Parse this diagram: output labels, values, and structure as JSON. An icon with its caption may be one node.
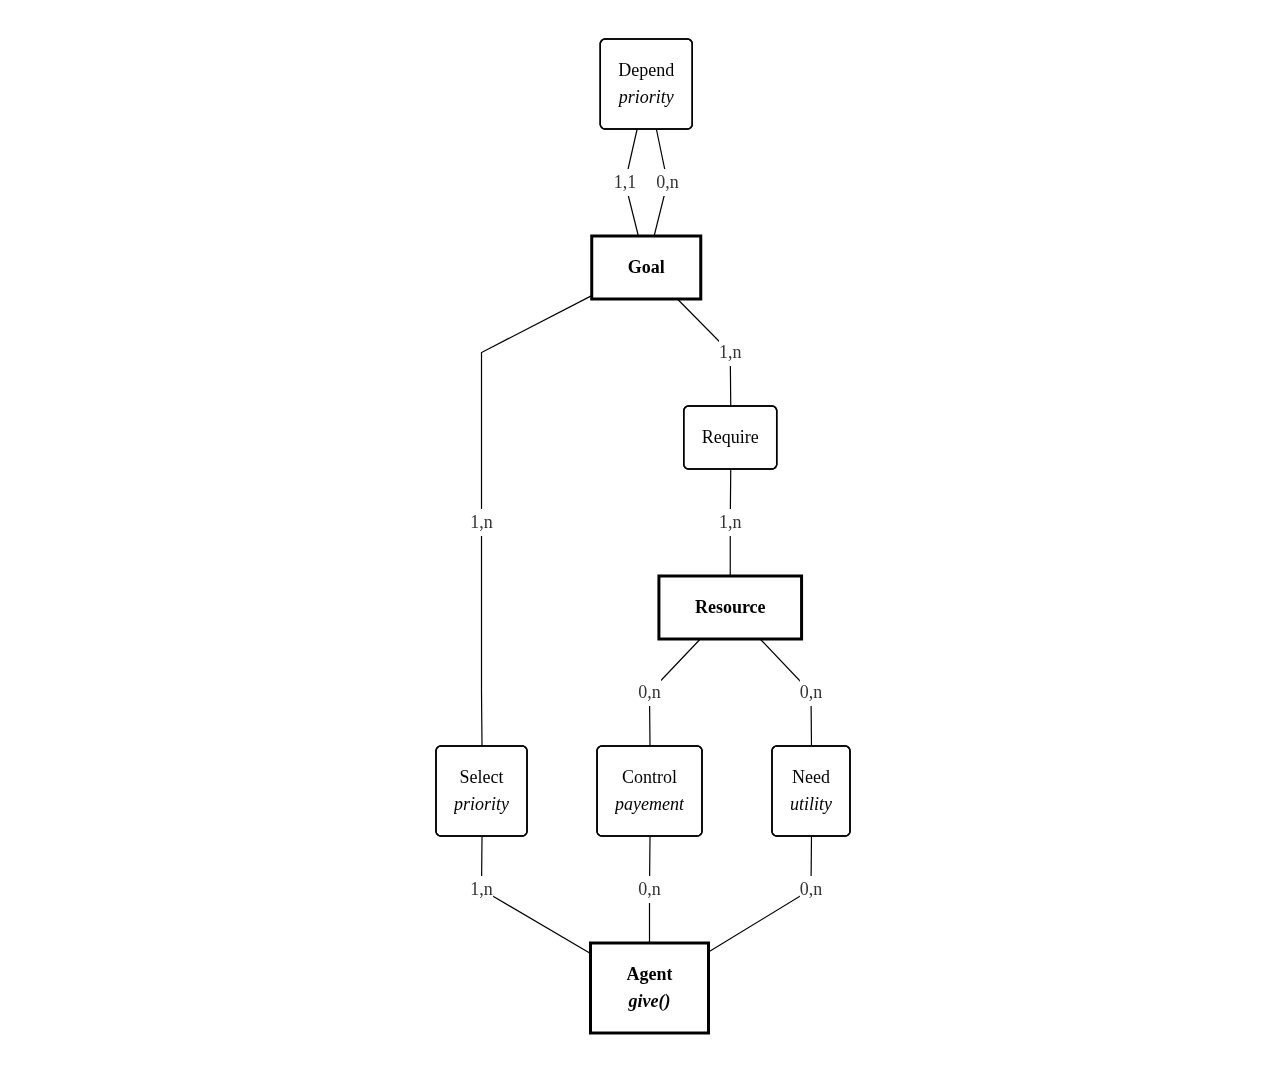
{
  "diagram": {
    "nodes": [
      {
        "text": [
          "Depend",
          "priority"
        ]
      },
      {
        "text": [
          "Goal"
        ]
      },
      {
        "text": [
          "Require"
        ]
      },
      {
        "text": [
          "Select",
          "priority"
        ]
      },
      {
        "text": [
          "Control",
          "payement"
        ]
      },
      {
        "text": [
          "Resource"
        ]
      },
      {
        "text": [
          "Agent",
          "give()"
        ]
      },
      {
        "text": [
          "Need",
          "utility"
        ]
      }
    ],
    "edges": [
      {
        "from": 0,
        "to": 1,
        "label": "1,1",
        "arrow": "none"
      },
      {
        "from": 0,
        "to": 1,
        "label": "0,n",
        "arrow": "none"
      },
      {
        "from": 1,
        "to": 2,
        "label": "1,n",
        "arrow": "none"
      },
      {
        "from": 1,
        "to": 3,
        "label": "1,n",
        "arrow": "none"
      },
      {
        "from": 2,
        "to": 5,
        "label": "1,n",
        "arrow": "none"
      },
      {
        "from": 3,
        "to": 6,
        "label": "1,n",
        "arrow": "none"
      },
      {
        "from": 5,
        "to": 4,
        "label": "0,n",
        "arrow": "none"
      },
      {
        "from": 4,
        "to": 6,
        "label": "0,n",
        "arrow": "none"
      },
      {
        "from": 5,
        "to": 7,
        "label": "0,n",
        "arrow": "none"
      },
      {
        "from": 7,
        "to": 6,
        "label": "0,n",
        "arrow": "none"
      }
    ]
  }
}
